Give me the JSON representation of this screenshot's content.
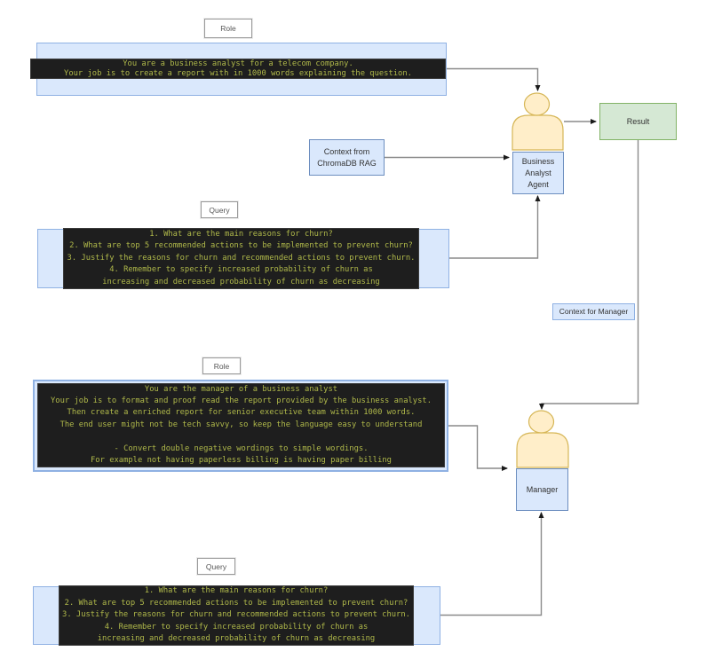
{
  "diagram": {
    "badges": {
      "role1": "Role",
      "query1": "Query",
      "role2": "Role",
      "query2": "Query"
    },
    "prompts": {
      "analyst_role": "You are a business analyst for a telecom company.\nYour job is to create a report with in 1000 words explaining the question.",
      "analyst_query": "1. What are the main reasons for churn?\n2. What are top 5 recommended actions to be implemented to prevent churn?\n3. Justify the reasons for churn and recommended actions to prevent churn.\n4. Remember to specify increased probability of churn as\nincreasing and decreased probability of churn as decreasing",
      "manager_role": "You are the manager of a business analyst\nYour job is to format and proof read the report provided by the business analyst.\nThen create a enriched report for senior executive team within 1000 words.\nThe end user might not be tech savvy, so keep the language easy to understand\n\n- Convert double negative wordings to simple wordings.\nFor example not having paperless billing is having paper billing",
      "manager_query": "1. What are the main reasons for churn?\n2. What are top 5 recommended actions to be implemented to prevent churn?\n3. Justify the reasons for churn and recommended actions to prevent churn.\n4. Remember to specify increased probability of churn as\nincreasing and decreased probability of churn as decreasing"
    },
    "nodes": {
      "context_rag": "Context from\nChromaDB RAG",
      "business_analyst_agent": "Business\nAnalyst\nAgent",
      "result": "Result",
      "context_for_manager": "Context for Manager",
      "manager": "Manager"
    },
    "colors": {
      "canvas_bg": "#ffffff",
      "terminal_bg": "#1e1e1e",
      "terminal_text": "#b0b94a",
      "blue_fill": "#dae8fc",
      "blue_border": "#6c8ebf",
      "blue_border_light": "#8fb1e3",
      "green_fill": "#d5e8d4",
      "green_border": "#82b366",
      "actor_fill": "#ffeec9",
      "actor_border": "#d6b656"
    }
  }
}
